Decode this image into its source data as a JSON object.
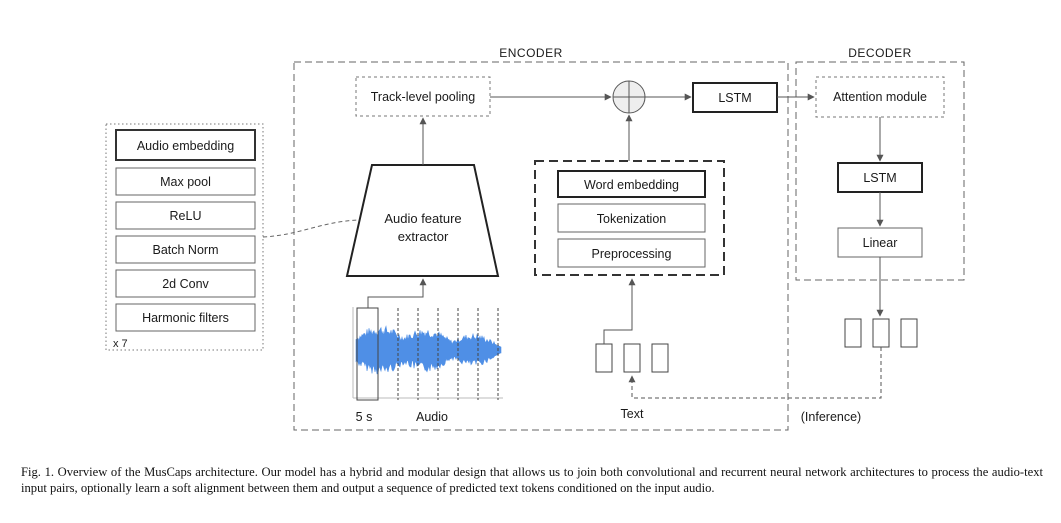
{
  "figure": {
    "encoder": {
      "title": "ENCODER",
      "track_pooling": "Track-level pooling",
      "lstm": "LSTM",
      "feature_extractor": [
        "Audio feature",
        "extractor"
      ],
      "text_stack": [
        "Word embedding",
        "Tokenization",
        "Preprocessing"
      ],
      "text_label": "Text",
      "segment_label": "5 s",
      "audio_label": "Audio"
    },
    "decoder": {
      "title": "DECODER",
      "attention": "Attention module",
      "lstm": "LSTM",
      "linear": "Linear",
      "inference_label": "(Inference)"
    },
    "conv_block": {
      "layers": [
        "Audio embedding",
        "Max pool",
        "ReLU",
        "Batch Norm",
        "2d Conv",
        "Harmonic filters"
      ],
      "repeat": "x 7"
    },
    "colors": {
      "waveform": "#4f8fe6",
      "stroke": "#555555"
    }
  },
  "caption": "Fig. 1.  Overview of the MusCaps architecture. Our model has a hybrid and modular design that allows us to join both convolutional and recurrent neural network architectures to process the audio-text input pairs, optionally learn a soft alignment between them and output a sequence of predicted text tokens conditioned on the input audio."
}
